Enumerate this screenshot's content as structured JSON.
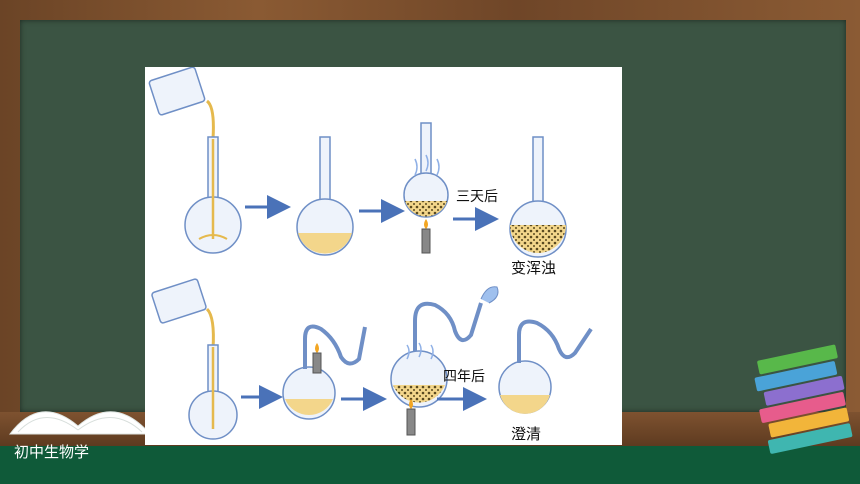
{
  "slide": {
    "subject_label": "初中生物学"
  },
  "experiment": {
    "row1": {
      "time_label": "三天后",
      "result_label": "变浑浊"
    },
    "row2": {
      "time_label": "四年后",
      "result_label": "澄清"
    }
  },
  "colors": {
    "board": "#3b5443",
    "broth": "#f3d68b",
    "arrow": "#4a72b8",
    "glass": "#6f8fc6"
  }
}
